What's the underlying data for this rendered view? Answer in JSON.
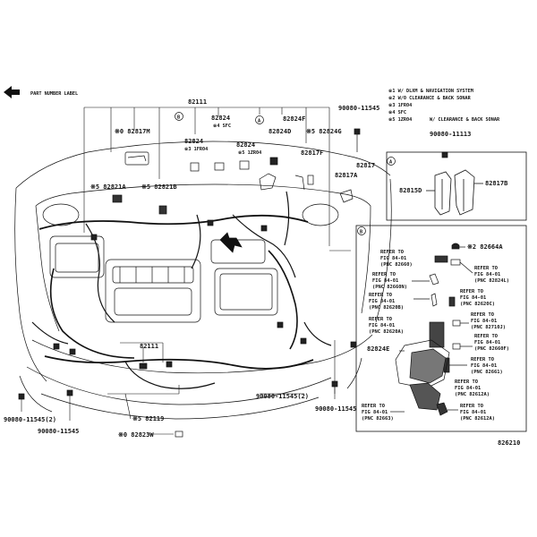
{
  "header": {
    "part_number_label": "PART NUMBER LABEL",
    "notes": [
      "※1 W/ DLXM & NAVIGATION SYSTEM",
      "※2 W/O CLEARANCE & BACK SONAR",
      "※3 1FR04",
      "※4 SFC",
      "※5 1ZR04"
    ],
    "note_clearance": "W/ CLEARANCE & BACK SONAR"
  },
  "labels": {
    "p82111_top": "82111",
    "p82824_1": "82824",
    "p82824_1_note": "※4 SFC",
    "p82824_2": "82824",
    "p82824_2_note": "※3 1FR04",
    "p82824_3": "82824",
    "p82824_3_note": "※5 1ZR04",
    "p82817m": "※0 82817M",
    "p82821a": "※5 82821A",
    "p82821b": "※5 82821B",
    "p82824d": "82824D",
    "p82824f": "82824F",
    "p82824g": "※5 82824G",
    "p82817f": "82817F",
    "p82817": "82817",
    "p82817a": "82817A",
    "p90080_11545_top": "90080-11545",
    "p90080_11113": "90080-11113",
    "p82111_mid": "82111",
    "p82119": "※5 82119",
    "p82823w": "※0 82823W",
    "p90080_11545_2_left": "90080-11545(2)",
    "p90080_11545_left": "90080-11545",
    "p90080_11545_2_mid": "90080-11545(2)",
    "p90080_11545_right": "90080-11545",
    "callout_a": "A",
    "callout_b": "B"
  },
  "detail_a": {
    "callout": "A",
    "p82815d": "82815D",
    "p82817b": "82817B"
  },
  "detail_b": {
    "callout": "B",
    "p82664a": "※2 82664A",
    "p82824e": "82824E",
    "refs": {
      "r1": [
        "REFER TO",
        "FIG 84-01",
        "(PNC 82660)"
      ],
      "r2": [
        "REFER TO",
        "FIG 84-01",
        "(PNC 82660N)"
      ],
      "r3": [
        "REFER TO",
        "FIG 84-01",
        "(PNC 82620B)"
      ],
      "r4": [
        "REFER TO",
        "FIG 84-01",
        "(PNC 82620A)"
      ],
      "r5": [
        "REFER TO",
        "FIG 84-01",
        "(PNC 82824L)"
      ],
      "r6": [
        "REFER TO",
        "FIG 84-01",
        "(PNC 82620C)"
      ],
      "r7": [
        "REFER TO",
        "FIG 84-01",
        "(PNC 82710J)"
      ],
      "r8": [
        "REFER TO",
        "FIG 84-01",
        "(PNC 82660F)"
      ],
      "r9": [
        "REFER TO",
        "FIG 84-01",
        "(PNC 82661)"
      ],
      "r10": [
        "REFER TO",
        "FIG 84-01",
        "(PNC 82612A)"
      ],
      "r11": [
        "REFER TO",
        "FIG 84-01",
        "(PNC 82663)"
      ],
      "r12": [
        "REFER TO",
        "FIG 84-01",
        "(PNC 82612A)"
      ]
    }
  },
  "figure_id": "826210"
}
